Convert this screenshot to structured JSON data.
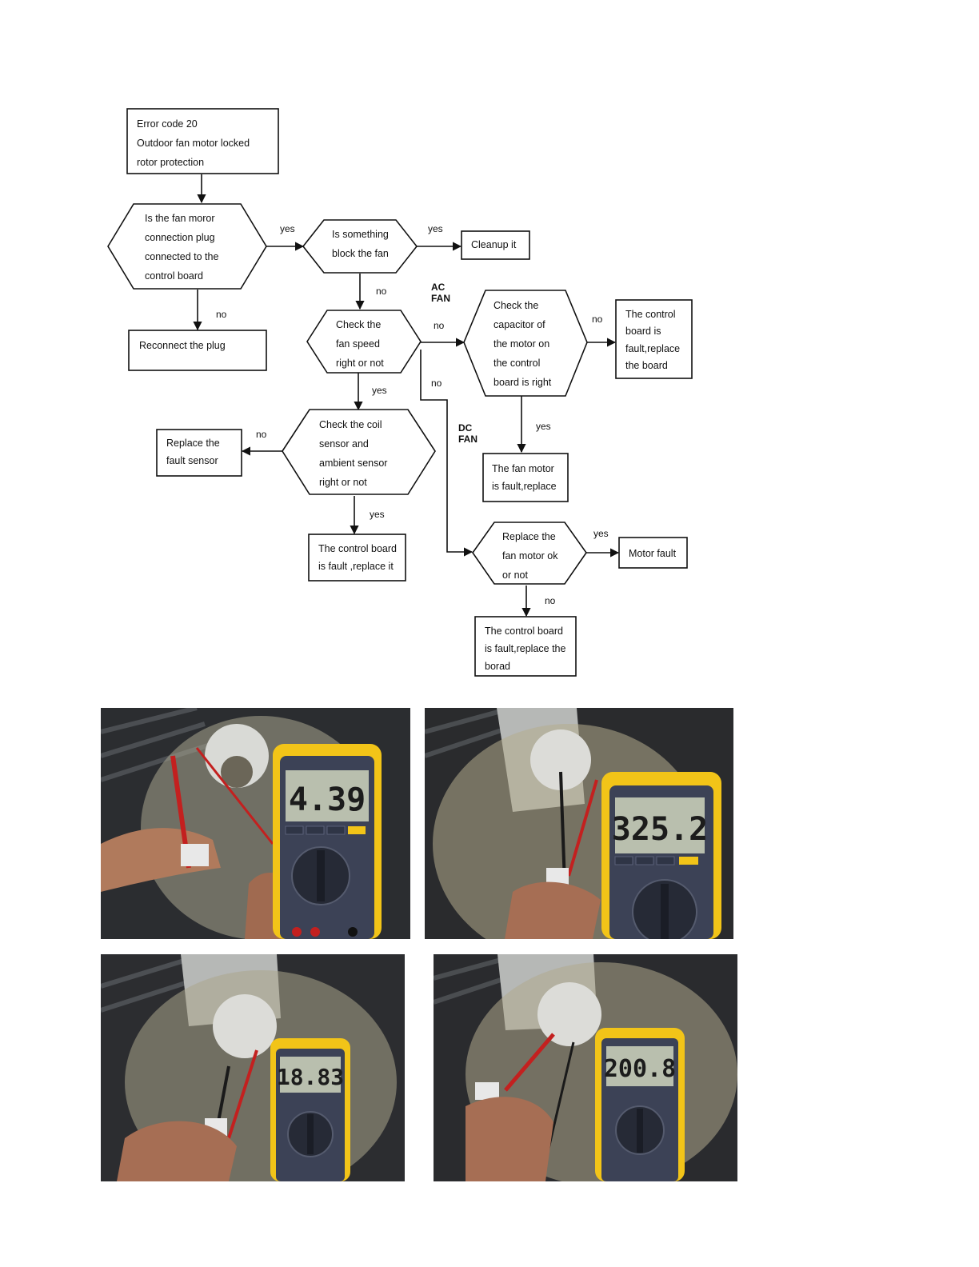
{
  "nodes": {
    "start": {
      "lines": [
        "Error code 20",
        "Outdoor fan motor locked",
        "rotor protection"
      ]
    },
    "plug_check": {
      "lines": [
        "Is the fan moror",
        "connection plug",
        "connected to the",
        "control board"
      ]
    },
    "block_check": {
      "lines": [
        "Is something",
        "block the fan"
      ]
    },
    "cleanup": {
      "lines": [
        "Cleanup it"
      ]
    },
    "reconnect": {
      "lines": [
        "Reconnect the plug"
      ]
    },
    "speed_check": {
      "lines": [
        "Check the",
        "fan speed",
        "right or not"
      ]
    },
    "capacitor_check": {
      "lines": [
        "Check the",
        "capacitor of",
        "the motor on",
        "the control",
        "board is right"
      ]
    },
    "board_fault_1": {
      "lines": [
        "The control",
        "board is",
        "fault,replace",
        "the board"
      ]
    },
    "fan_motor_fault": {
      "lines": [
        "The fan motor",
        "is fault,replace"
      ]
    },
    "coil_check": {
      "lines": [
        "Check the coil",
        "sensor and",
        "ambient sensor",
        "right or not"
      ]
    },
    "replace_sensor": {
      "lines": [
        "Replace the",
        "fault sensor"
      ]
    },
    "board_fault_2": {
      "lines": [
        "The control board",
        "is fault ,replace it"
      ]
    },
    "motor_ok_check": {
      "lines": [
        "Replace the",
        "fan motor ok",
        "or not"
      ]
    },
    "motor_fault": {
      "lines": [
        "Motor fault"
      ]
    },
    "board_fault_3": {
      "lines": [
        "The control board",
        "is fault,replace the",
        "borad"
      ]
    }
  },
  "edge_labels": {
    "plug_yes": "yes",
    "plug_no": "no",
    "block_yes": "yes",
    "block_no": "no",
    "speed_no_ac": "no",
    "speed_no_dc": "no",
    "speed_yes": "yes",
    "cap_no": "no",
    "cap_yes": "yes",
    "coil_no": "no",
    "coil_yes": "yes",
    "motor_yes": "yes",
    "motor_no": "no"
  },
  "group_labels": {
    "ac": [
      "AC",
      "FAN"
    ],
    "dc": [
      "DC",
      "FAN"
    ]
  },
  "photos": [
    {
      "reading": "4.39"
    },
    {
      "reading": "325.2"
    },
    {
      "reading": "18.83"
    },
    {
      "reading": "200.8"
    }
  ],
  "colors": {
    "line": "#111111",
    "meter_body": "#f2c418",
    "meter_face": "#3c4256",
    "lcd": "#b9bfae"
  }
}
